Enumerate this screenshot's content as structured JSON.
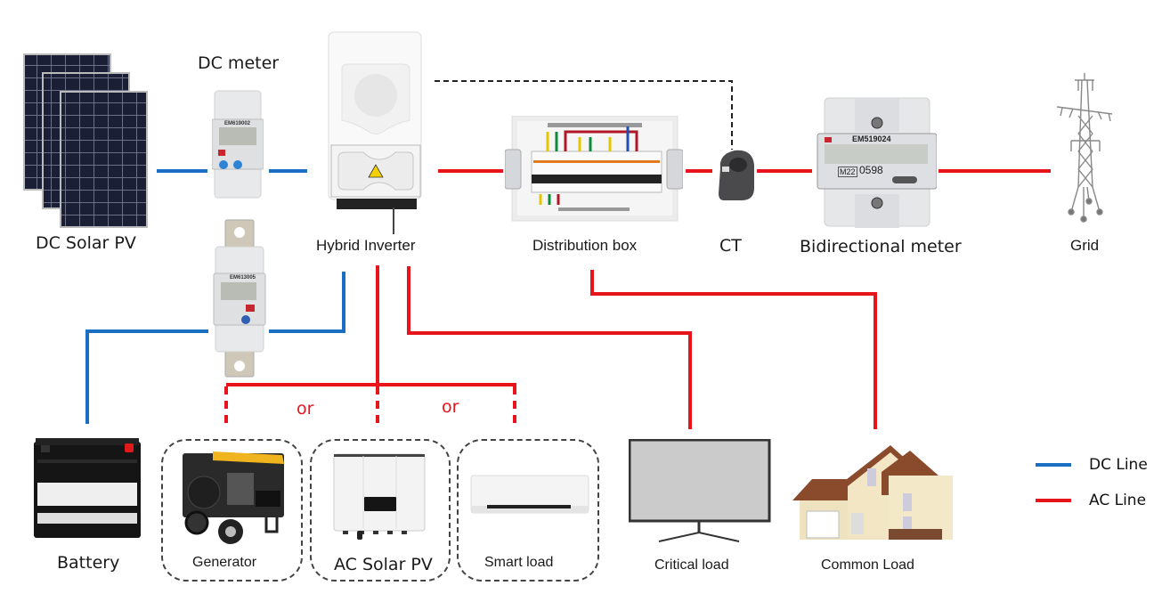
{
  "title": "Hybrid inverter system wiring diagram",
  "colors": {
    "dc_line": "#1a6fc2",
    "ac_line": "#e8141b",
    "comm_line": "#222222",
    "or_text": "#e8141b"
  },
  "components": {
    "dc_solar_pv": {
      "label": "DC Solar PV"
    },
    "dc_meter": {
      "label": "DC meter",
      "model": "EM619002"
    },
    "battery_meter": {
      "model": "EM613005"
    },
    "hybrid_inverter": {
      "label": "Hybrid Inverter"
    },
    "distribution_box": {
      "label": "Distribution box"
    },
    "ct": {
      "label": "CT"
    },
    "bidirectional_meter": {
      "label": "Bidirectional meter",
      "model": "EM519024",
      "reading": "0598",
      "cert": "M22"
    },
    "grid": {
      "label": "Grid"
    },
    "battery": {
      "label": "Battery"
    },
    "generator": {
      "label": "Generator"
    },
    "ac_solar_pv": {
      "label": "AC Solar PV"
    },
    "smart_load": {
      "label": "Smart load"
    },
    "critical_load": {
      "label": "Critical load"
    },
    "common_load": {
      "label": "Common Load"
    }
  },
  "or_labels": [
    "or",
    "or"
  ],
  "legend": [
    {
      "label": "DC Line",
      "type": "dc"
    },
    {
      "label": "AC Line",
      "type": "ac"
    }
  ]
}
